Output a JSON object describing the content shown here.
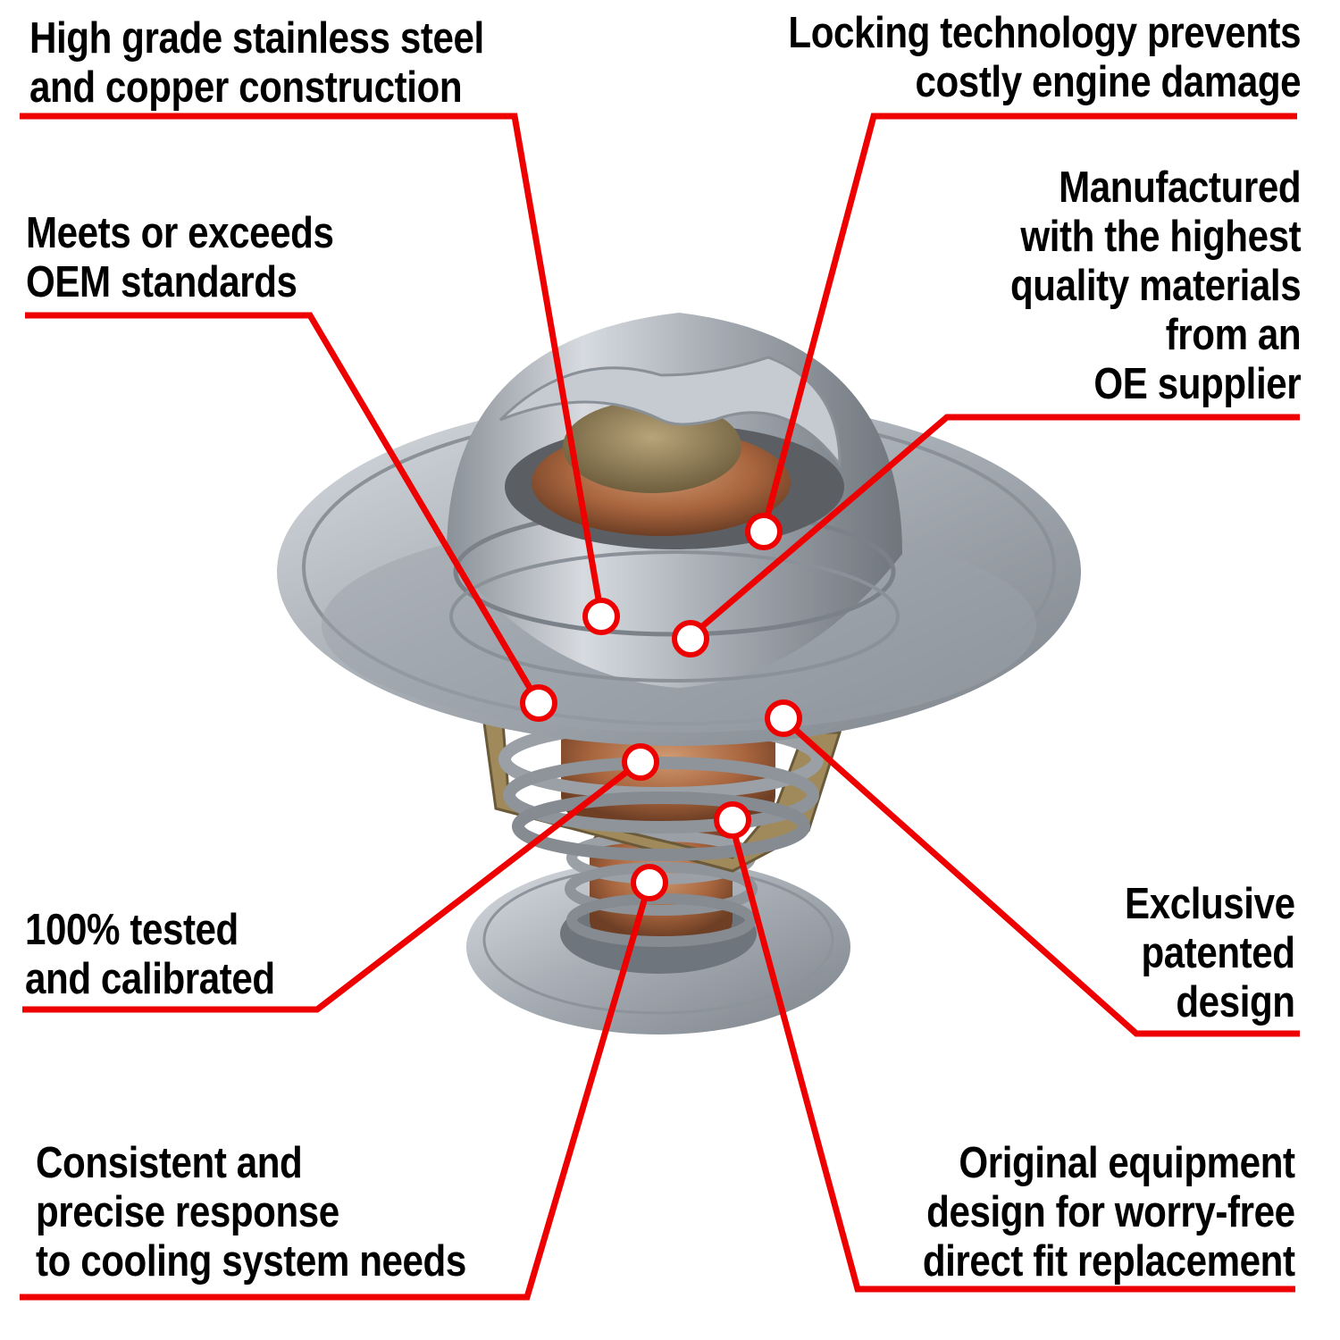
{
  "product": "Engine coolant thermostat",
  "accent_color": "#ee0000",
  "callouts": [
    {
      "id": "stainless-copper",
      "lines": [
        "High grade stainless steel",
        "and copper construction"
      ]
    },
    {
      "id": "locking-technology",
      "lines": [
        "Locking technology prevents",
        "costly engine damage"
      ]
    },
    {
      "id": "oem-standards",
      "lines": [
        "Meets or exceeds",
        "OEM standards"
      ]
    },
    {
      "id": "oe-supplier",
      "lines": [
        "Manufactured",
        "with the highest",
        "quality materials",
        "from an",
        "OE supplier"
      ]
    },
    {
      "id": "tested-calibrated",
      "lines": [
        "100% tested",
        "and calibrated"
      ]
    },
    {
      "id": "patented-design",
      "lines": [
        "Exclusive",
        "patented",
        "design"
      ]
    },
    {
      "id": "precise-response",
      "lines": [
        "Consistent and",
        "precise response",
        "to cooling system needs"
      ]
    },
    {
      "id": "direct-fit",
      "lines": [
        "Original equipment",
        "design for worry-free",
        "direct fit replacement"
      ]
    }
  ]
}
